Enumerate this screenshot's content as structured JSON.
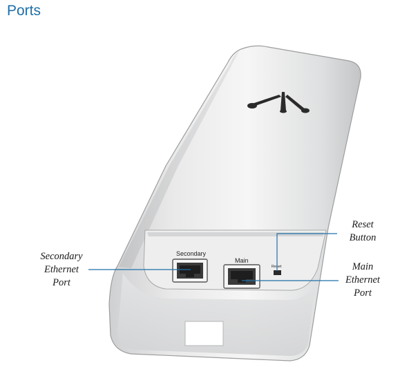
{
  "page": {
    "title": "Ports"
  },
  "device": {
    "secondary_port_label": "Secondary",
    "main_port_label": "Main",
    "reset_label": "Reset"
  },
  "callouts": {
    "secondary": [
      "Secondary",
      "Ethernet",
      "Port"
    ],
    "reset": [
      "Reset",
      "Button"
    ],
    "main": [
      "Main",
      "Ethernet",
      "Port"
    ]
  },
  "colors": {
    "title": "#1f6fa8",
    "callout_line": "#1f6fa8"
  }
}
